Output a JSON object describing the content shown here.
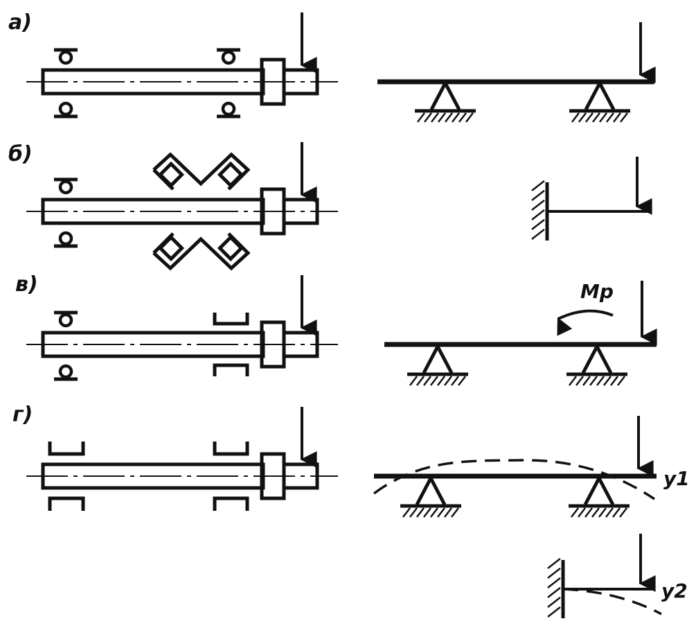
{
  "rows": [
    {
      "label": "а)",
      "support_type": "rollers",
      "scheme": "two-supports"
    },
    {
      "label": "б)",
      "support_type": "rollers-and-crossed-bearings",
      "scheme": "cantilever"
    },
    {
      "label": "в)",
      "support_type": "rollers-and-bushing",
      "scheme": "two-supports-with-moment"
    },
    {
      "label": "г)",
      "support_type": "bushings",
      "scheme": "two-supports-deflected"
    }
  ],
  "annotations": {
    "moment_label": "Mp",
    "deflection_1": "y1",
    "deflection_2": "y2"
  }
}
